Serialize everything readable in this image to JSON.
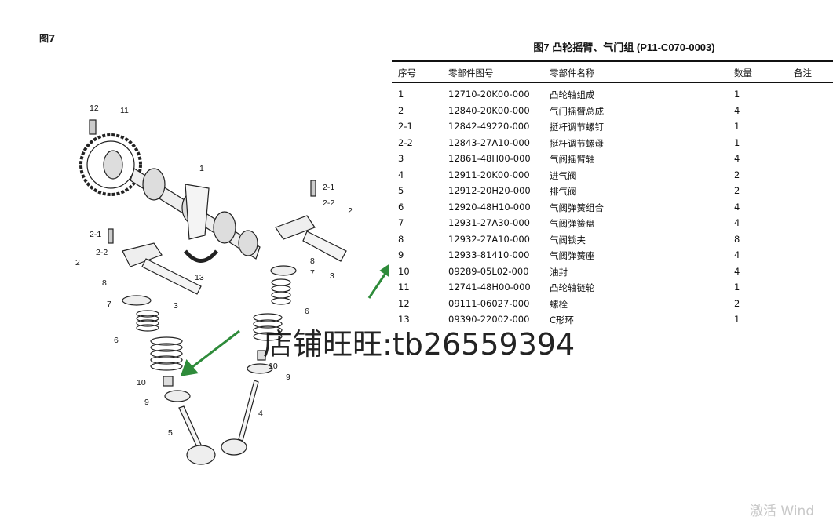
{
  "figure_label": "图7",
  "title": "图7 凸轮摇臂、气门组 (P11-C070-0003)",
  "table": {
    "headers": [
      "序号",
      "零部件图号",
      "零部件名称",
      "数量",
      "备注"
    ],
    "rows": [
      [
        "1",
        "12710-20K00-000",
        "凸轮轴组成",
        "1",
        ""
      ],
      [
        "2",
        "12840-20K00-000",
        "气门摇臂总成",
        "4",
        ""
      ],
      [
        "2-1",
        "12842-49220-000",
        "挺杆调节螺钉",
        "1",
        ""
      ],
      [
        "2-2",
        "12843-27A10-000",
        "挺杆调节螺母",
        "1",
        ""
      ],
      [
        "3",
        "12861-48H00-000",
        "气阀摇臂轴",
        "4",
        ""
      ],
      [
        "4",
        "12911-20K00-000",
        "进气阀",
        "2",
        ""
      ],
      [
        "5",
        "12912-20H20-000",
        "排气阀",
        "2",
        ""
      ],
      [
        "6",
        "12920-48H10-000",
        "气阀弹簧组合",
        "4",
        ""
      ],
      [
        "7",
        "12931-27A30-000",
        "气阀弹簧盘",
        "4",
        ""
      ],
      [
        "8",
        "12932-27A10-000",
        "气阀锁夹",
        "8",
        ""
      ],
      [
        "9",
        "12933-81410-000",
        "气阀弹簧座",
        "4",
        ""
      ],
      [
        "10",
        "09289-05L02-000",
        "油封",
        "4",
        ""
      ],
      [
        "11",
        "12741-48H00-000",
        "凸轮轴链轮",
        "1",
        ""
      ],
      [
        "12",
        "09111-06027-000",
        "螺栓",
        "2",
        ""
      ],
      [
        "13",
        "09390-22002-000",
        "C形环",
        "1",
        ""
      ]
    ]
  },
  "diagram_labels": [
    "12",
    "11",
    "1",
    "2-1",
    "2-2",
    "2",
    "2-1",
    "2-2",
    "2",
    "13",
    "8",
    "7",
    "3",
    "6",
    "10",
    "9",
    "5",
    "8",
    "7",
    "3",
    "6",
    "10",
    "9",
    "4"
  ],
  "watermark": "店铺旺旺:tb26559394",
  "activation_text": "激活 Wind",
  "colors": {
    "arrow": "#2e8b3a",
    "text": "#111111"
  }
}
